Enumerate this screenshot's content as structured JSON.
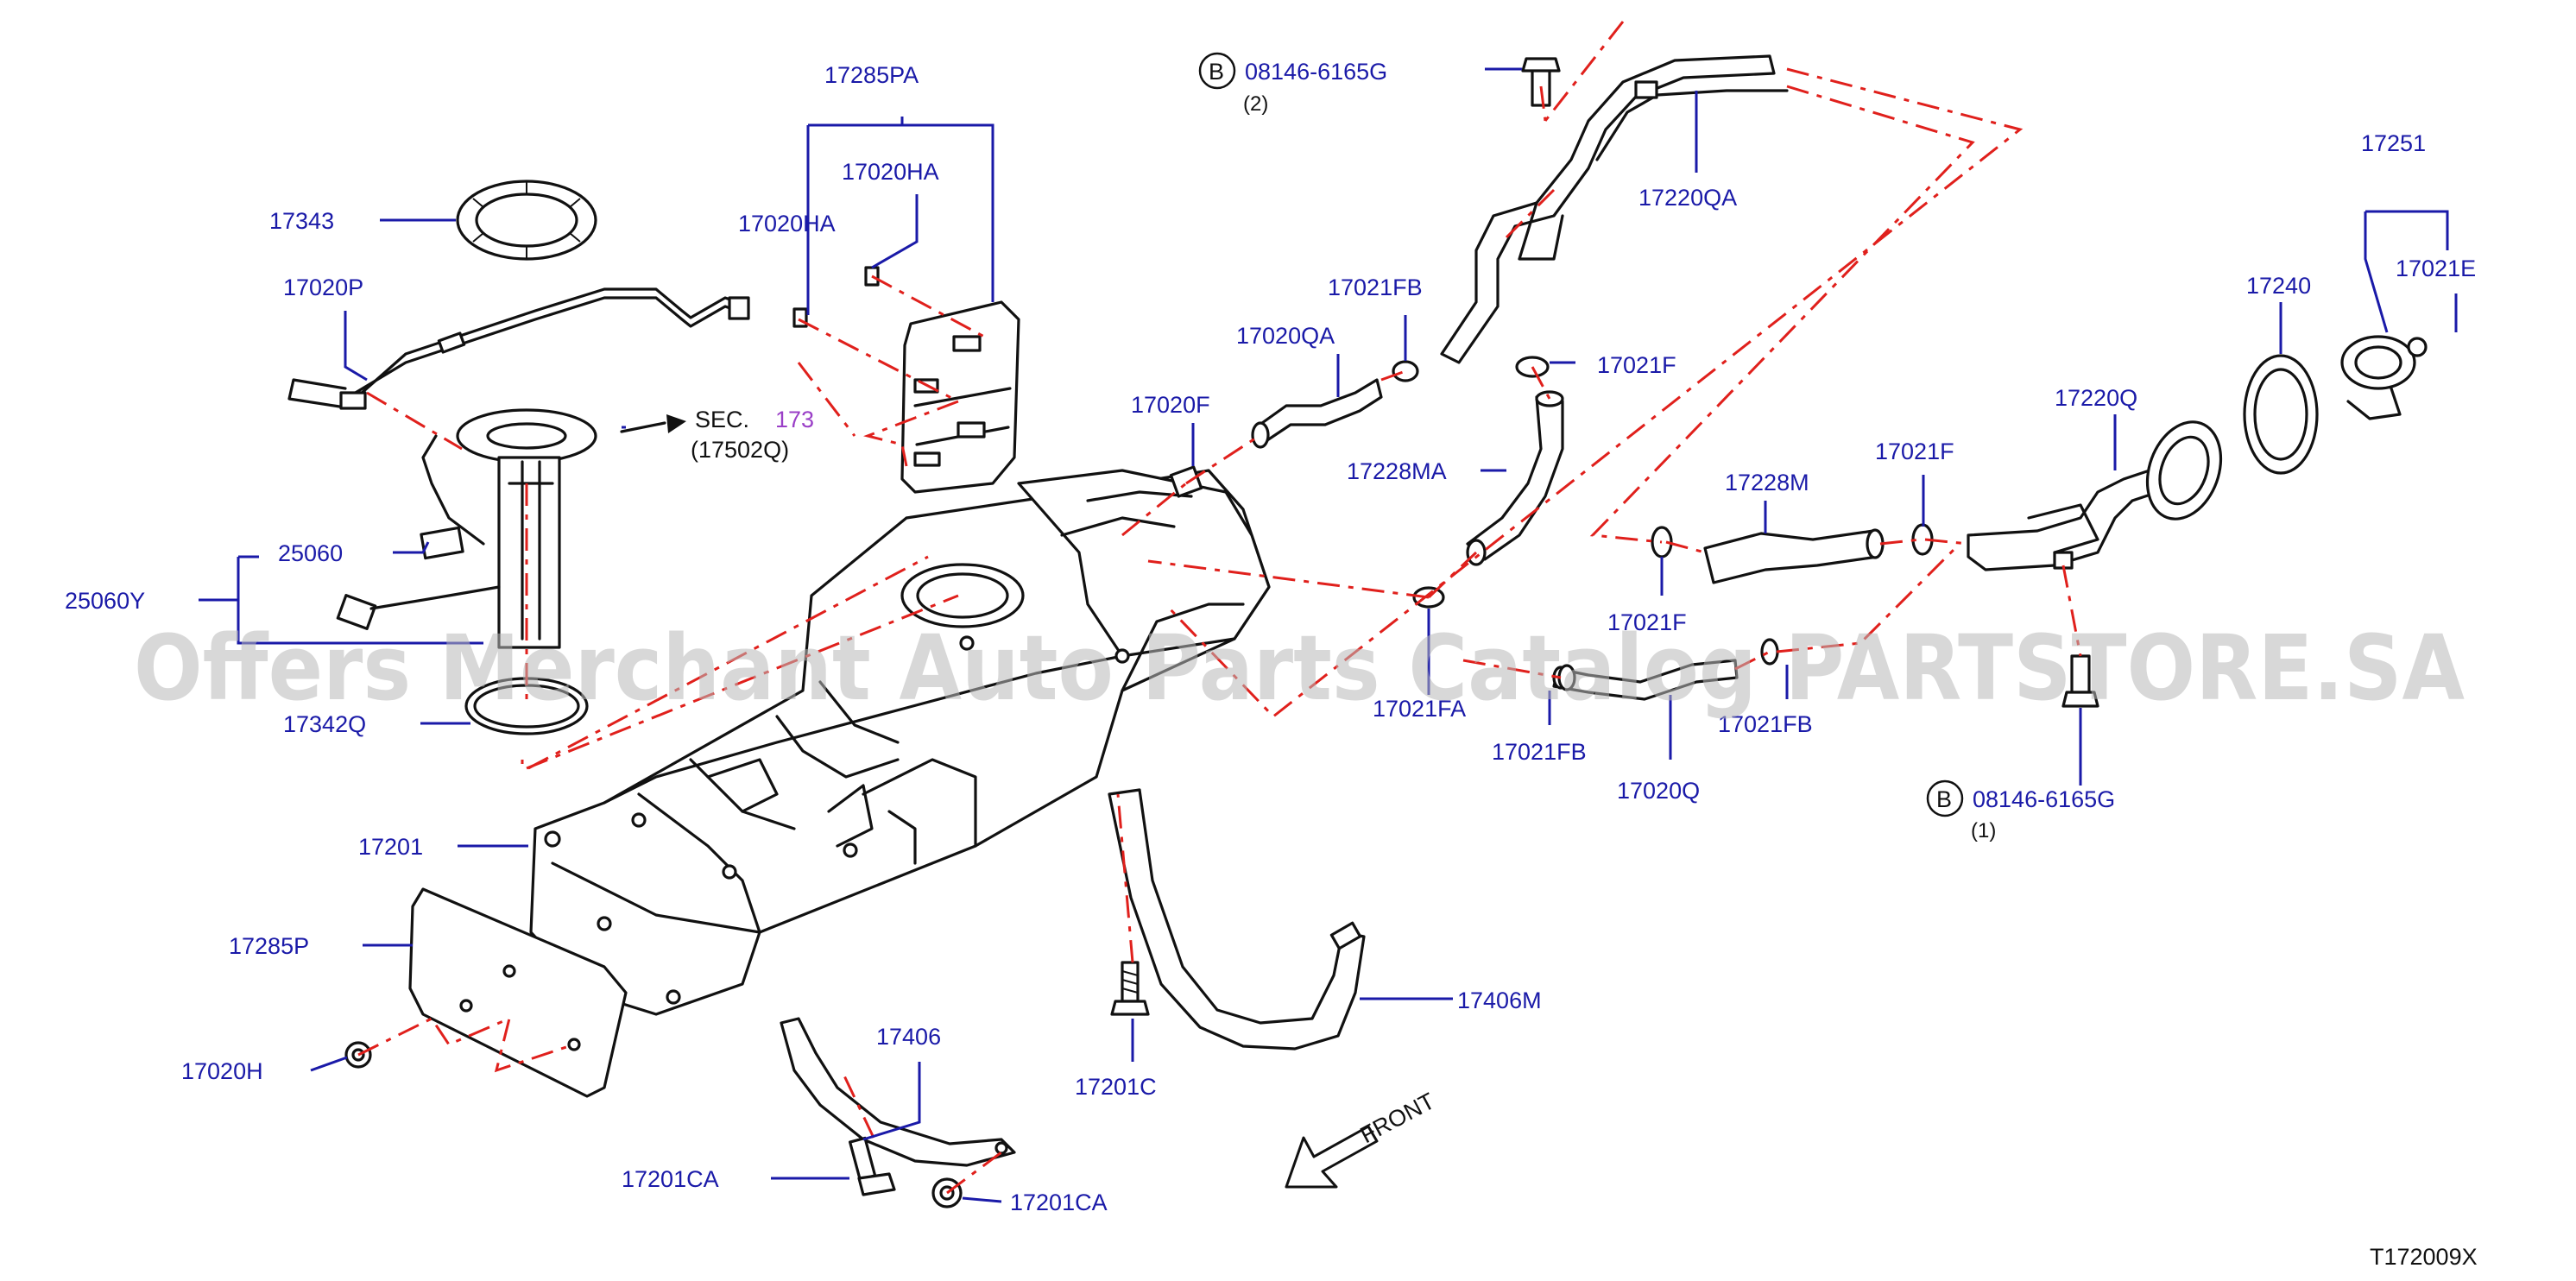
{
  "diagram_id": "T172009X",
  "watermark": "Offers Merchant Auto Parts Catalog PARTSTORE.SA",
  "front_label": "FRONT",
  "sec_ref": {
    "sec": "SEC.",
    "num": "173",
    "part": "(17502Q)"
  },
  "bolt_refs": [
    {
      "circle": "B",
      "part": "08146-6165G",
      "qty": "(2)"
    },
    {
      "circle": "B",
      "part": "08146-6165G",
      "qty": "(1)"
    }
  ],
  "labels": {
    "p17285PA": "17285PA",
    "p17020HA_a": "17020HA",
    "p17020HA_b": "17020HA",
    "p17343": "17343",
    "p17020P": "17020P",
    "p25060": "25060",
    "p25060Y": "25060Y",
    "p17342Q": "17342Q",
    "p17201": "17201",
    "p17285P": "17285P",
    "p17020H": "17020H",
    "p17406": "17406",
    "p17201CA_a": "17201CA",
    "p17201CA_b": "17201CA",
    "p17201C": "17201C",
    "p17406M": "17406M",
    "p17020F": "17020F",
    "p17020QA": "17020QA",
    "p17021FB_a": "17021FB",
    "p17021F_a": "17021F",
    "p17228MA": "17228MA",
    "p17220QA": "17220QA",
    "p17021FA": "17021FA",
    "p17021FB_b": "17021FB",
    "p17020Q": "17020Q",
    "p17021FB_c": "17021FB",
    "p17021F_b": "17021F",
    "p17228M": "17228M",
    "p17021F_c": "17021F",
    "p17220Q": "17220Q",
    "p17240": "17240",
    "p17251": "17251",
    "p17021E": "17021E"
  },
  "colors": {
    "label": "#1a1aa8",
    "phantom_line": "#e0201c",
    "part_outline": "#111111",
    "sec_number": "#9a3fc7"
  }
}
